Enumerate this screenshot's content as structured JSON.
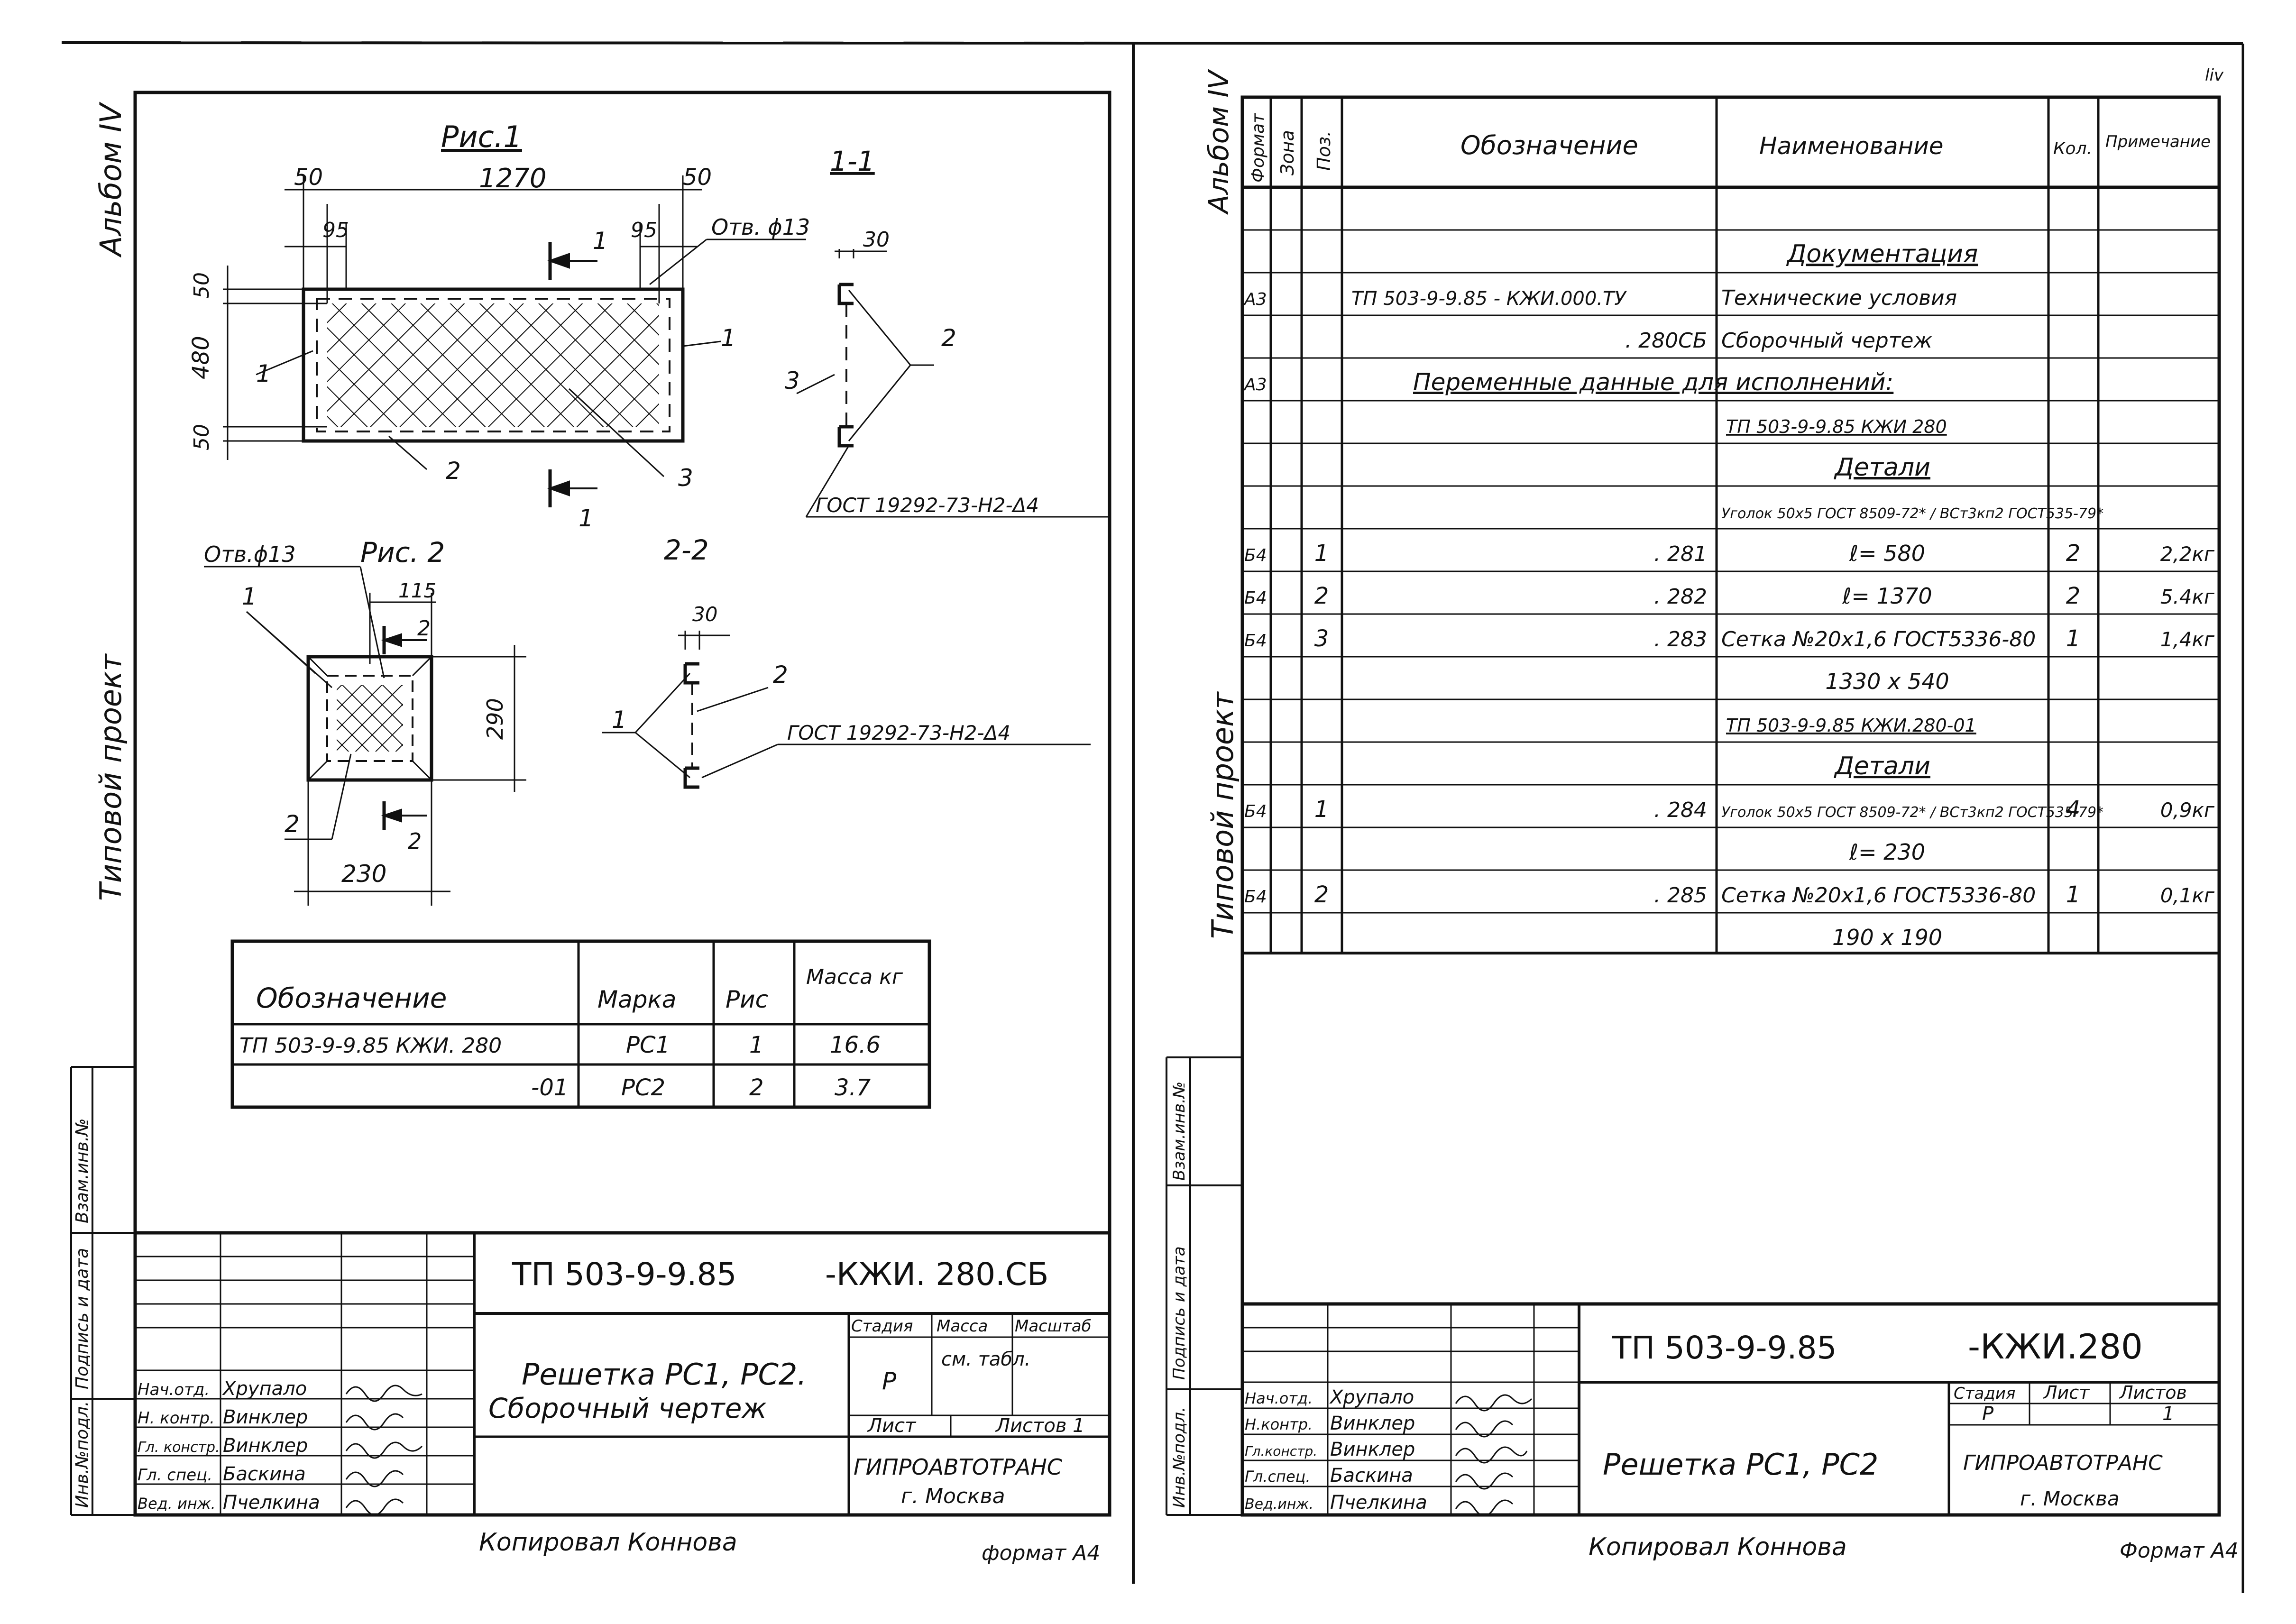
{
  "left_sheet": {
    "margin_left_top": "Альбом IV",
    "margin_left_mid": "Типовой проект",
    "side_stamp_labels": [
      "Инв.№подл.",
      "Подпись и дата",
      "Взам.инв.№"
    ],
    "fig1": {
      "title": "Рис.1",
      "dim_total": "1270",
      "dim_50_left": "50",
      "dim_50_right": "50",
      "dim_95_left": "95",
      "dim_95_right": "95",
      "dim_height_top": "50",
      "dim_height_mid": "480",
      "dim_height_bottom": "50",
      "hole_note": "Отв. ϕ13",
      "section_mark": "1",
      "pos_1": "1",
      "pos_2": "2",
      "pos_3": "3"
    },
    "section_1_1": {
      "title": "1-1",
      "dim": "30",
      "pos_2": "2",
      "pos_3": "3",
      "weld_note": "ГОСТ 19292-73-Н2-Δ4"
    },
    "fig2": {
      "title": "Рис. 2",
      "hole_note": "Отв.ϕ13",
      "dim_115": "115",
      "dim_290": "290",
      "dim_230": "230",
      "section_mark": "2",
      "pos_1": "1",
      "pos_2": "2"
    },
    "section_2_2": {
      "title": "2-2",
      "dim": "30",
      "pos_1": "1",
      "pos_2": "2",
      "weld_note": "ГОСТ 19292-73-Н2-Δ4"
    },
    "mass_table": {
      "headers": [
        "Обозначение",
        "Марка",
        "Рис",
        "Масса кг"
      ],
      "rows": [
        [
          "ТП 503-9-9.85   КЖИ. 280",
          "РС1",
          "1",
          "16.6"
        ],
        [
          "-01",
          "РС2",
          "2",
          "3.7"
        ]
      ]
    },
    "title_block": {
      "code_left": "ТП 503-9-9.85",
      "code_right": "-КЖИ. 280.СБ",
      "name_line1": "Решетка РС1, РС2.",
      "name_line2": "Сборочный чертеж",
      "stage_h": "Стадия",
      "mass_h": "Масса",
      "scale_h": "Масштаб",
      "stage_v": "Р",
      "mass_v": "см. табл.",
      "sheet_h": "Лист",
      "sheets_h": "Листов 1",
      "org": "ГИПРОАВТОТРАНС",
      "city": "г. Москва",
      "people": [
        [
          "Нач.отд.",
          "Хрупало"
        ],
        [
          "Н. контр.",
          "Винклер"
        ],
        [
          "Гл. констр.",
          "Винклер"
        ],
        [
          "Гл. спец.",
          "Баскина"
        ],
        [
          "Вед. инж.",
          "Пчелкина"
        ]
      ]
    },
    "copied": "Копировал Коннова",
    "format": "формат А4"
  },
  "right_sheet": {
    "margin_top": "Альбом IV",
    "margin_mid": "Типовой проект",
    "side_stamp_labels": [
      "Инв.№подл.",
      "Подпись и дата",
      "Взам.инв.№"
    ],
    "corner_mark": "liv",
    "spec_headers": [
      "Формат",
      "Зона",
      "Поз.",
      "Обозначение",
      "Наименование",
      "Кол.",
      "Примечание"
    ],
    "spec_rows": [
      [
        "",
        "",
        "",
        "",
        "",
        "",
        ""
      ],
      [
        "",
        "",
        "",
        "",
        "Документация",
        "",
        ""
      ],
      [
        "А3",
        "",
        "",
        "ТП 503-9-9.85 - КЖИ.000.ТУ",
        "Технические условия",
        "",
        ""
      ],
      [
        "",
        "",
        "",
        ". 280СБ",
        "Сборочный чертеж",
        "",
        ""
      ],
      [
        "А3",
        "",
        "",
        "",
        "Переменные данные для исполнений:",
        "",
        ""
      ],
      [
        "",
        "",
        "",
        "",
        "ТП 503-9-9.85   КЖИ 280",
        "",
        ""
      ],
      [
        "",
        "",
        "",
        "",
        "Детали",
        "",
        ""
      ],
      [
        "",
        "",
        "",
        "",
        "Уголок 50х5 ГОСТ 8509-72* / ВСт3кп2 ГОСТ535-79*",
        "",
        ""
      ],
      [
        "Б4",
        "",
        "1",
        ". 281",
        "ℓ= 580",
        "2",
        "2,2кг"
      ],
      [
        "Б4",
        "",
        "2",
        ". 282",
        "ℓ= 1370",
        "2",
        "5.4кг"
      ],
      [
        "Б4",
        "",
        "3",
        ". 283",
        "Сетка №20х1,6 ГОСТ5336-80",
        "1",
        "1,4кг"
      ],
      [
        "",
        "",
        "",
        "",
        "1330 х 540",
        "",
        ""
      ],
      [
        "",
        "",
        "",
        "",
        "ТП 503-9-9.85   КЖИ.280-01",
        "",
        ""
      ],
      [
        "",
        "",
        "",
        "",
        "Детали",
        "",
        ""
      ],
      [
        "Б4",
        "",
        "1",
        ". 284",
        "Уголок 50х5 ГОСТ 8509-72* / ВСт3кп2 ГОСТ535-79*",
        "4",
        "0,9кг"
      ],
      [
        "",
        "",
        "",
        "",
        "ℓ= 230",
        "",
        ""
      ],
      [
        "Б4",
        "",
        "2",
        ". 285",
        "Сетка №20х1,6 ГОСТ5336-80",
        "1",
        "0,1кг"
      ],
      [
        "",
        "",
        "",
        "",
        "190 х 190",
        "",
        ""
      ]
    ],
    "title_block": {
      "code_left": "ТП 503-9-9.85",
      "code_right": "-КЖИ.280",
      "name": "Решетка РС1, РС2",
      "stage_h": "Стадия",
      "sheet_h": "Лист",
      "sheets_h": "Листов",
      "stage_v": "Р",
      "sheets_v": "1",
      "org": "ГИПРОАВТОТРАНС",
      "city": "г. Москва",
      "people": [
        [
          "Нач.отд.",
          "Хрупало"
        ],
        [
          "Н.контр.",
          "Винклер"
        ],
        [
          "Гл.констр.",
          "Винклер"
        ],
        [
          "Гл.спец.",
          "Баскина"
        ],
        [
          "Вед.инж.",
          "Пчелкина"
        ]
      ]
    },
    "copied": "Копировал Коннова",
    "format": "Формат А4"
  }
}
